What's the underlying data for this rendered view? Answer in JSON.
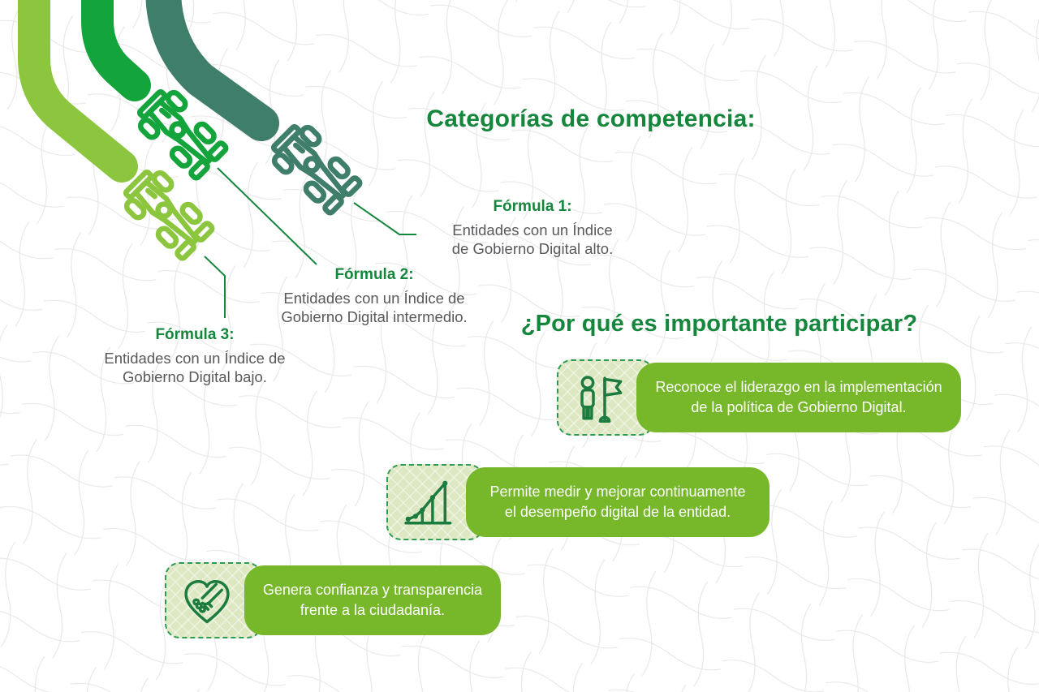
{
  "infographic": {
    "categories_title": "Categorías de competencia:",
    "why_title": "¿Por qué es importante participar?"
  },
  "formulas": [
    {
      "label": "Fórmula 1:",
      "line1": "Entidades con un Índice",
      "line2": "de Gobierno Digital alto."
    },
    {
      "label": "Fórmula 2:",
      "line1": "Entidades con un Índice de",
      "line2": "Gobierno Digital intermedio."
    },
    {
      "label": "Fórmula 3:",
      "line1": "Entidades con un Índice de",
      "line2": "Gobierno Digital bajo."
    }
  ],
  "benefits": [
    {
      "icon": "person-flag-icon",
      "line1": "Reconoce el liderazgo en la implementación",
      "line2": "de la política de Gobierno Digital."
    },
    {
      "icon": "growth-chart-icon",
      "line1": "Permite medir y mejorar continuamente",
      "line2": "el desempeño digital de la entidad."
    },
    {
      "icon": "heart-handshake-icon",
      "line1": "Genera confianza y transparencia",
      "line2": "frente a la ciudadanía."
    }
  ],
  "colors": {
    "stripe_light_green": "#8CC63F",
    "stripe_medium_green": "#14A43C",
    "stripe_teal": "#3F7E6A",
    "heading_green": "#15873C",
    "body_gray": "#58595B",
    "benefit_green": "#77B82B",
    "icon_panel_bg": "#DDE8C3",
    "icon_stroke": "#1C7C40",
    "dashed_border": "#2E9B55"
  }
}
